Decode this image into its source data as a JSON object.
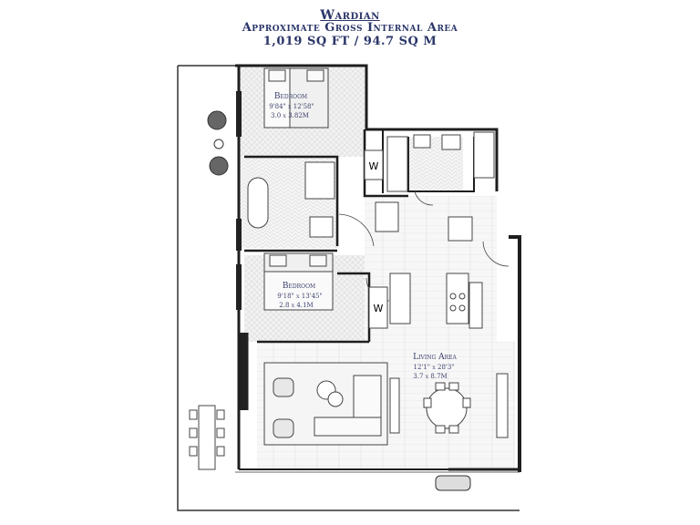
{
  "header": {
    "title": "Wardian",
    "subtitle": "Approximate Gross Internal Area",
    "area": "1,019 SQ FT / 94.7 SQ M"
  },
  "rooms": [
    {
      "name": "Bedroom",
      "dims_imperial": "9'84\" x 12'58\"",
      "dims_metric": "3.0 x 3.82M"
    },
    {
      "name": "Bedroom",
      "dims_imperial": "9'18\" x 13'45\"",
      "dims_metric": "2.8 x 4.1M"
    },
    {
      "name": "Living Area",
      "dims_imperial": "12'1\" x 28'3\"",
      "dims_metric": "3.7 x 8.7M"
    }
  ],
  "wardrobe_marks": [
    "W",
    "W"
  ],
  "colors": {
    "title": "#2a3568",
    "wall": "#1e1e1e",
    "floor_tile": "#ececec",
    "floor_wood": "#f3f3f3",
    "furniture": "#555555"
  }
}
